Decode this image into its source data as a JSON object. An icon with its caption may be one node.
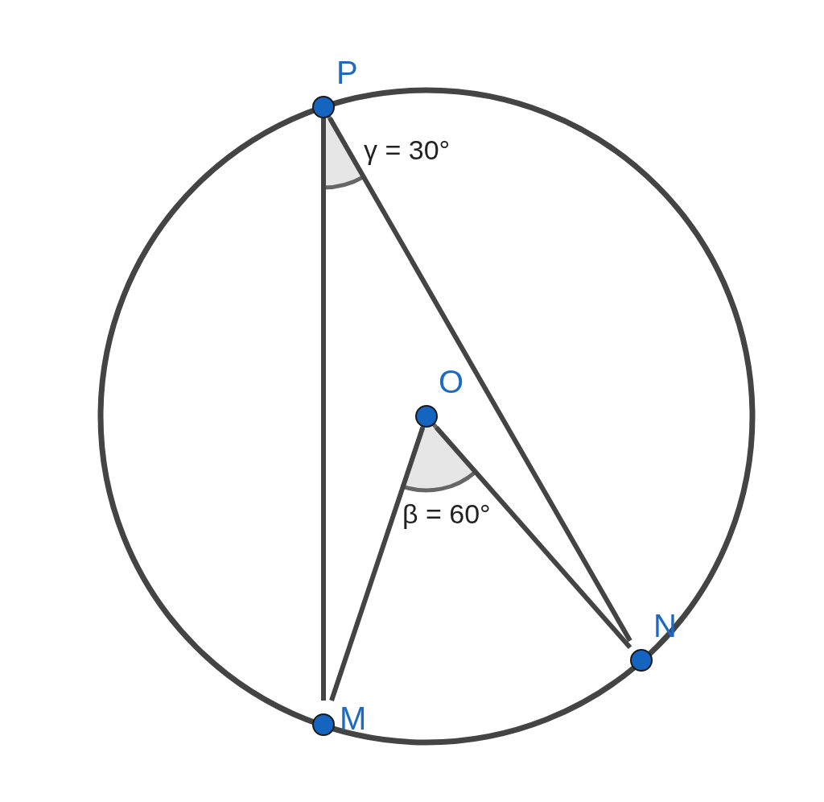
{
  "diagram": {
    "nodes": [
      {
        "text": [
          "P"
        ]
      },
      {
        "text": [
          "O"
        ]
      },
      {
        "text": [
          "N"
        ]
      },
      {
        "text": [
          "M"
        ]
      }
    ],
    "edges": [
      {
        "from": 0,
        "to": 3,
        "arrow": "none"
      },
      {
        "from": 0,
        "to": 2,
        "arrow": "none"
      },
      {
        "from": 1,
        "to": 3,
        "arrow": "none"
      },
      {
        "from": 1,
        "to": 2,
        "arrow": "none"
      }
    ],
    "labels": [
      "γ = 30°",
      "β = 60°"
    ]
  }
}
